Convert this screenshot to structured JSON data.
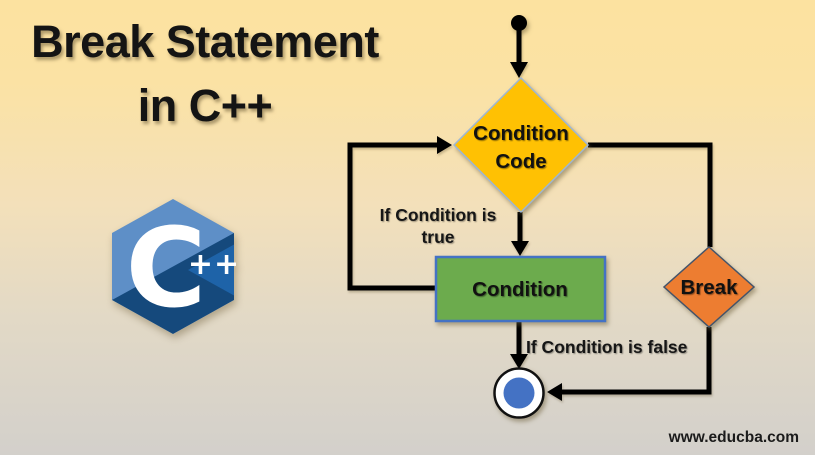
{
  "header": {
    "title_line1": "Break Statement",
    "title_line2": "in C++"
  },
  "logo": {
    "letter": "C",
    "plus_plus": "++"
  },
  "flowchart": {
    "condition_code_line1": "Condition",
    "condition_code_line2": "Code",
    "condition_box_label": "Condition",
    "break_label": "Break",
    "if_true_line1": "If Condition is",
    "if_true_line2": "true",
    "if_false_label": "If Condition is false"
  },
  "footer": {
    "website": "www.educba.com"
  },
  "colors": {
    "background_top": "#FCE2A0",
    "background_bottom": "#D3D0CB",
    "connector": "#000000",
    "condition_code_fill": "#FFC103",
    "condition_code_border": "#9DB6D5",
    "condition_box_fill": "#6CAB4D",
    "condition_box_border": "#4472C4",
    "break_fill": "#ED7D31",
    "break_border": "#44546A",
    "end_node_inner_fill": "#4472C4",
    "end_node_outer_fill": "#FFFFFF",
    "logo_light_blue": "#5E8FC7",
    "logo_dark_blue": "#15497C",
    "logo_mid_blue": "#1E63A8"
  }
}
